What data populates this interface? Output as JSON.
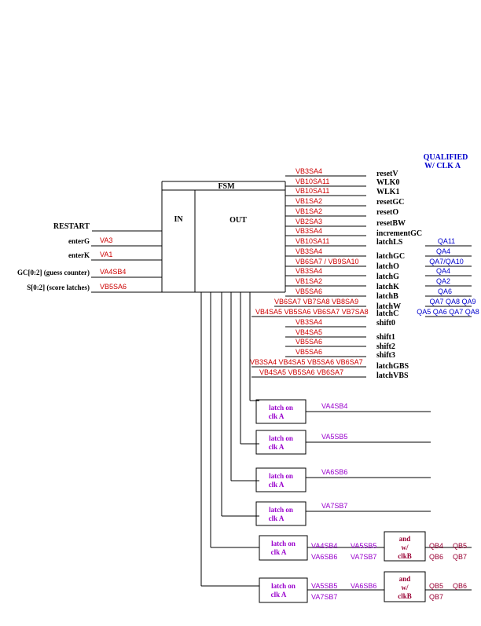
{
  "colors": {
    "line": "#000000",
    "red": "#cc0000",
    "blue": "#0000cc",
    "purple": "#9900cc",
    "maroon": "#990033",
    "label": "#000000"
  },
  "header": {
    "line1": "QUALIFIED",
    "line2": "W/ CLK A"
  },
  "fsm": {
    "title": "FSM",
    "in_label": "IN",
    "out_label": "OUT"
  },
  "inputs": [
    {
      "label": "RESTART",
      "signal": ""
    },
    {
      "label": "enterG",
      "signal": "VA3"
    },
    {
      "label": "enterK",
      "signal": "VA1"
    },
    {
      "label": "GC[0:2] (guess counter)",
      "signal": "VA4SB4"
    },
    {
      "label": "S[0:2] (score latches)",
      "signal": "VB5SA6"
    }
  ],
  "outputs": [
    {
      "name": "resetV",
      "signal": "VB3SA4",
      "qual": ""
    },
    {
      "name": "WLK0",
      "signal": "VB10SA11",
      "qual": ""
    },
    {
      "name": "WLK1",
      "signal": "VB10SA11",
      "qual": ""
    },
    {
      "name": "resetGC",
      "signal": "VB1SA2",
      "qual": ""
    },
    {
      "name": "resetO",
      "signal": "VB1SA2",
      "qual": ""
    },
    {
      "name": "resetBW",
      "signal": "VB2SA3",
      "qual": ""
    },
    {
      "name": "incrementGC",
      "signal": "VB3SA4",
      "qual": ""
    },
    {
      "name": "latchLS",
      "signal": "VB10SA11",
      "qual": "QA11"
    },
    {
      "name": "latchGC",
      "signal": "VB3SA4",
      "qual": "QA4"
    },
    {
      "name": "latchO",
      "signal": "VB6SA7 / VB9SA10",
      "qual": "QA7/QA10"
    },
    {
      "name": "latchG",
      "signal": "VB3SA4",
      "qual": "QA4"
    },
    {
      "name": "latchK",
      "signal": "VB1SA2",
      "qual": "QA2"
    },
    {
      "name": "latchB",
      "signal": "VB5SA6",
      "qual": "QA6"
    },
    {
      "name": "latchW",
      "signal": "VB6SA7  VB7SA8 VB8SA9",
      "qual": "QA7 QA8 QA9"
    },
    {
      "name": "latchC",
      "signal": "VB4SA5 VB5SA6 VB6SA7 VB7SA8",
      "qual": "QA5 QA6 QA7 QA8"
    },
    {
      "name": "shift0",
      "signal": "VB3SA4",
      "qual": ""
    },
    {
      "name": "shift1",
      "signal": "VB4SA5",
      "qual": ""
    },
    {
      "name": "shift2",
      "signal": "VB5SA6",
      "qual": ""
    },
    {
      "name": "shift3",
      "signal": "VB5SA6",
      "qual": ""
    },
    {
      "name": "latchGBS",
      "signal": "VB3SA4 VB4SA5 VB5SA6 VB6SA7",
      "qual": ""
    },
    {
      "name": "latchVBS",
      "signal": "VB4SA5 VB5SA6 VB6SA7",
      "qual": ""
    }
  ],
  "latches": [
    {
      "line1": "latch on",
      "line2": "clk A",
      "signals": [
        "VA4SB4"
      ],
      "and_label": [],
      "outputs": []
    },
    {
      "line1": "latch on",
      "line2": "clk A",
      "signals": [
        "VA5SB5"
      ],
      "and_label": [],
      "outputs": []
    },
    {
      "line1": "latch on",
      "line2": "clk A",
      "signals": [
        "VA6SB6"
      ],
      "and_label": [],
      "outputs": []
    },
    {
      "line1": "latch on",
      "line2": "clk A",
      "signals": [
        "VA7SB7"
      ],
      "and_label": [],
      "outputs": []
    },
    {
      "line1": "latch on",
      "line2": "clk A",
      "signals": [
        "VA4SB4",
        "VA5SB5",
        "VA6SB6",
        "VA7SB7"
      ],
      "and_label": [
        "and",
        "w/",
        "clkB"
      ],
      "outputs": [
        "QB4",
        "QB5",
        "QB6",
        "QB7"
      ]
    },
    {
      "line1": "latch on",
      "line2": "clk A",
      "signals": [
        "VA5SB5",
        "VA6SB6",
        "VA7SB7"
      ],
      "and_label": [
        "and",
        "w/",
        "clkB"
      ],
      "outputs": [
        "QB5",
        "QB6",
        "QB7"
      ]
    }
  ]
}
